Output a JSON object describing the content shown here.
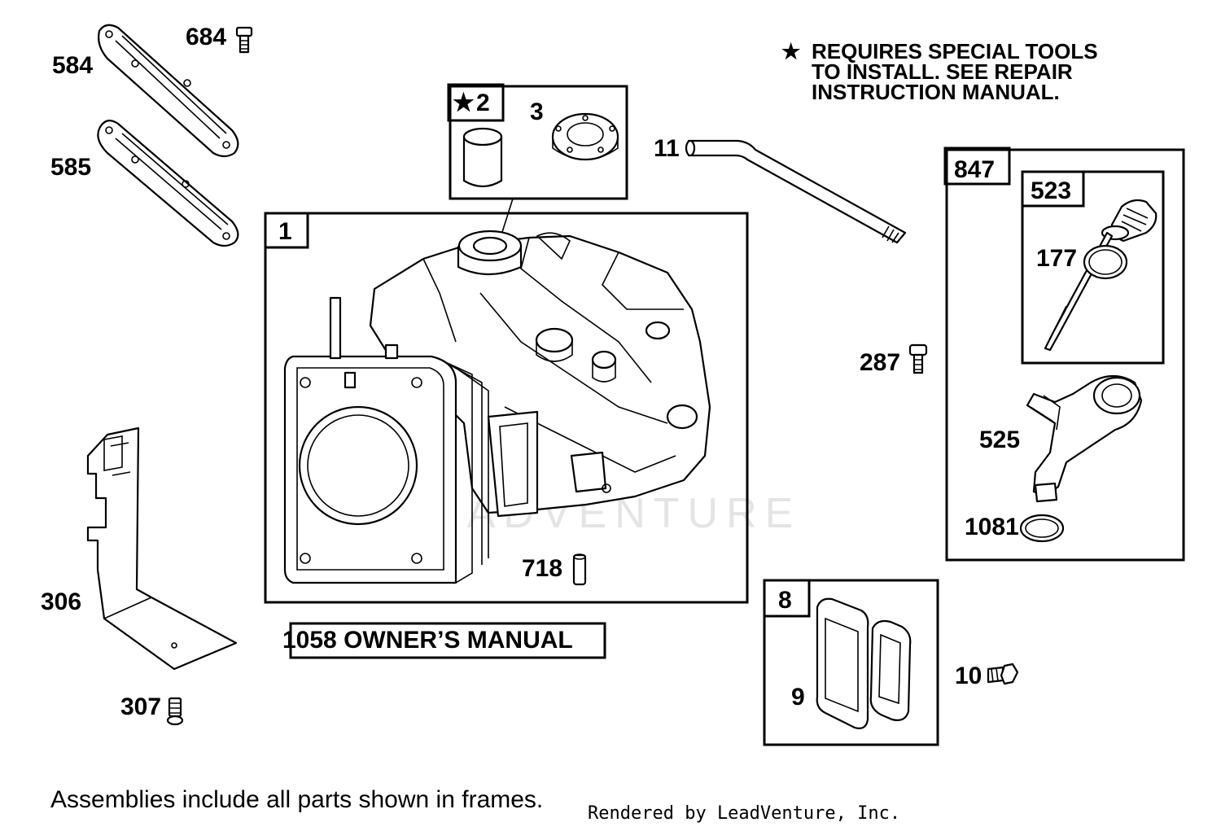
{
  "note": {
    "symbol": "★",
    "lines": [
      "REQUIRES SPECIAL TOOLS",
      "TO INSTALL.  SEE REPAIR",
      "INSTRUCTION MANUAL."
    ]
  },
  "frames": {
    "f1": "1",
    "f2_star": "★",
    "f2": "2",
    "f8": "8",
    "f847": "847",
    "f523": "523"
  },
  "callouts": {
    "p584": "584",
    "p684": "684",
    "p585": "585",
    "p3": "3",
    "p11": "11",
    "p177": "177",
    "p287": "287",
    "p525": "525",
    "p1081": "1081",
    "p718": "718",
    "p306": "306",
    "p307": "307",
    "p9": "9",
    "p10": "10"
  },
  "manual_label": "1058 OWNER’S MANUAL",
  "footer": "Assemblies include all parts shown in frames.",
  "rendered_by": "Rendered by LeadVenture, Inc.",
  "watermark": "LEADVENTURE"
}
